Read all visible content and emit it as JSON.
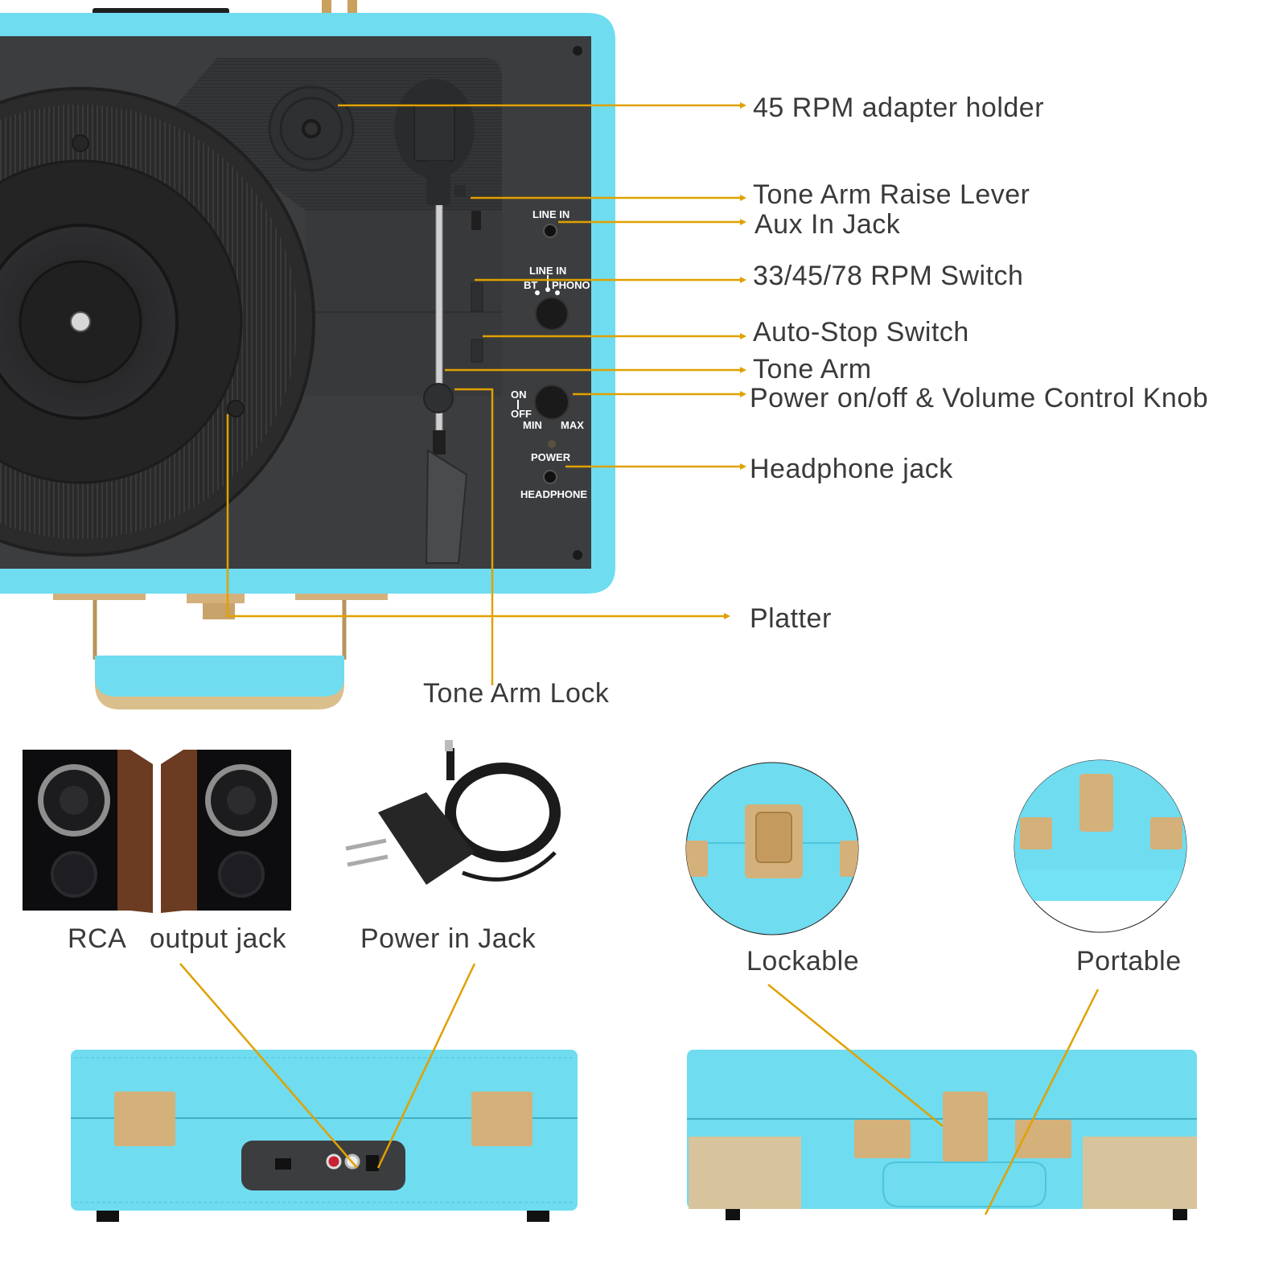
{
  "diagram": {
    "subject": "Suitcase record player (turquoise) feature overview",
    "colors": {
      "case": "#6fdcf0",
      "case_dark": "#4cc5dd",
      "deck": "#3c3d3f",
      "platter": "#2b2b2c",
      "leader_line": "#e0a100",
      "brass": "#c9a15c",
      "label_text": "#3a3a3a"
    },
    "top_view": {
      "panel_labels": {
        "line_in_jack": "LINE IN",
        "selector_title": "LINE IN",
        "selector_bt": "BT",
        "selector_phono": "PHONO",
        "on": "ON",
        "off": "OFF",
        "min": "MIN",
        "max": "MAX",
        "power": "POWER",
        "headphone": "HEADPHONE"
      },
      "callouts": [
        {
          "id": "adapter-holder",
          "text": "45 RPM adapter holder"
        },
        {
          "id": "raise-lever",
          "text": "Tone Arm Raise Lever"
        },
        {
          "id": "aux-in",
          "text": "Aux In Jack"
        },
        {
          "id": "rpm-switch",
          "text": "33/45/78 RPM Switch"
        },
        {
          "id": "auto-stop",
          "text": "Auto-Stop Switch"
        },
        {
          "id": "tone-arm",
          "text": "Tone Arm"
        },
        {
          "id": "power-volume",
          "text": "Power on/off & Volume Control Knob"
        },
        {
          "id": "headphone",
          "text": "Headphone jack"
        },
        {
          "id": "platter",
          "text": "Platter"
        },
        {
          "id": "arm-lock",
          "text": "Tone Arm Lock"
        }
      ]
    },
    "bottom_left": {
      "rca_label_left": "RCA",
      "rca_label_right": "output jack",
      "power_label": "Power in Jack"
    },
    "bottom_right": {
      "lockable_label": "Lockable",
      "portable_label": "Portable"
    }
  }
}
